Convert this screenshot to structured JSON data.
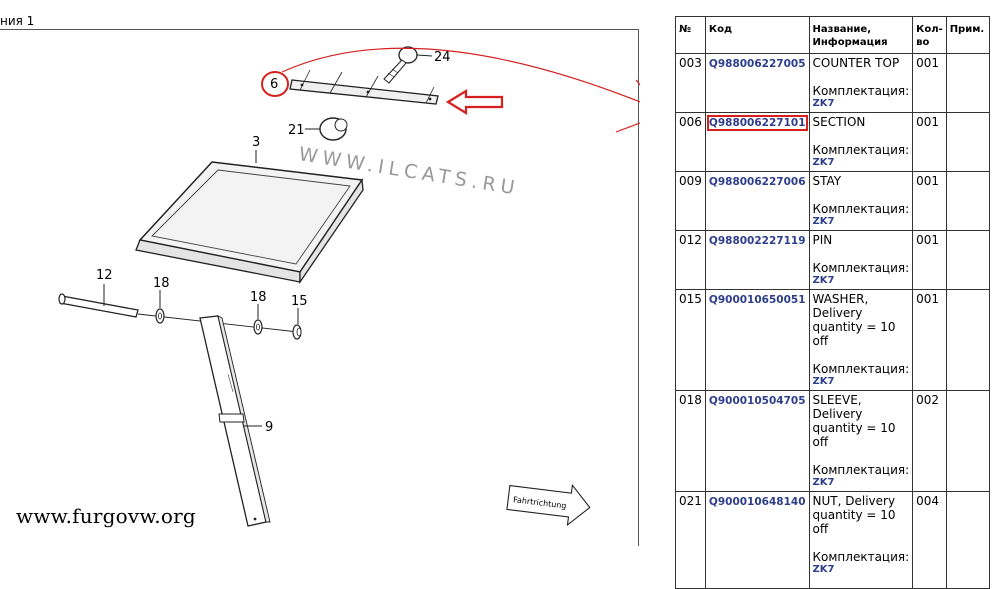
{
  "diagram": {
    "caption": "ния  1",
    "watermark_ilcats": "WWW.ILCATS.RU",
    "watermark_site": "www.furgovw.org",
    "direction_label": "Fahrtrichtung",
    "callouts": {
      "c3": "3",
      "c6": "6",
      "c9": "9",
      "c12": "12",
      "c15": "15",
      "c18a": "18",
      "c18b": "18",
      "c21": "21",
      "c24": "24"
    },
    "annotation_color": "#d62020"
  },
  "table": {
    "headers": {
      "no": "№",
      "code": "Код",
      "name_line1": "Название,",
      "name_line2": "Информация",
      "qty_line1": "Кол-",
      "qty_line2": "во",
      "note": "Прим."
    },
    "kit_label": "Комплектация:",
    "rows": [
      {
        "no": "003",
        "code": "Q988006227005",
        "name": "COUNTER TOP",
        "qty": "001",
        "kit": "ZK7"
      },
      {
        "no": "006",
        "code": "Q988006227101",
        "name": "SECTION",
        "qty": "001",
        "kit": "ZK7"
      },
      {
        "no": "009",
        "code": "Q988006227006",
        "name": "STAY",
        "qty": "001",
        "kit": "ZK7"
      },
      {
        "no": "012",
        "code": "Q988002227119",
        "name": "PIN",
        "qty": "001",
        "kit": "ZK7"
      },
      {
        "no": "015",
        "code": "Q900010650051",
        "name": "WASHER, Delivery quantity = 10 off",
        "qty": "001",
        "kit": "ZK7"
      },
      {
        "no": "018",
        "code": "Q900010504705",
        "name": "SLEEVE, Delivery quantity = 10 off",
        "qty": "002",
        "kit": "ZK7"
      },
      {
        "no": "021",
        "code": "Q900010648140",
        "name": "NUT, Delivery quantity = 10 off",
        "qty": "004",
        "kit": "ZK7"
      }
    ]
  }
}
